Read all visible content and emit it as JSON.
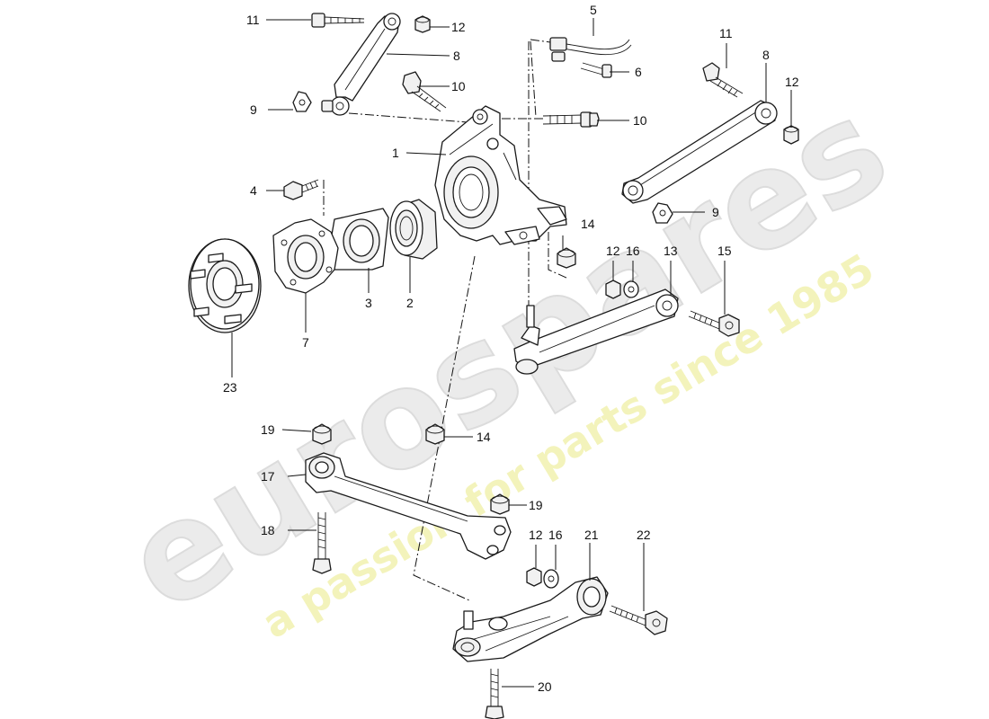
{
  "watermark": {
    "brand": "eurospares",
    "tagline": "a passion for parts since 1985"
  },
  "callouts": [
    {
      "id": "c11a",
      "label": "11"
    },
    {
      "id": "c12a",
      "label": "12"
    },
    {
      "id": "c8a",
      "label": "8"
    },
    {
      "id": "c9a",
      "label": "9"
    },
    {
      "id": "c10a",
      "label": "10"
    },
    {
      "id": "c5",
      "label": "5"
    },
    {
      "id": "c6",
      "label": "6"
    },
    {
      "id": "c10b",
      "label": "10"
    },
    {
      "id": "c1",
      "label": "1"
    },
    {
      "id": "c4",
      "label": "4"
    },
    {
      "id": "c11b",
      "label": "11"
    },
    {
      "id": "c8b",
      "label": "8"
    },
    {
      "id": "c12b",
      "label": "12"
    },
    {
      "id": "c9b",
      "label": "9"
    },
    {
      "id": "c14a",
      "label": "14"
    },
    {
      "id": "c12c",
      "label": "12"
    },
    {
      "id": "c16a",
      "label": "16"
    },
    {
      "id": "c13",
      "label": "13"
    },
    {
      "id": "c15",
      "label": "15"
    },
    {
      "id": "c3",
      "label": "3"
    },
    {
      "id": "c2",
      "label": "2"
    },
    {
      "id": "c7",
      "label": "7"
    },
    {
      "id": "c23",
      "label": "23"
    },
    {
      "id": "c19a",
      "label": "19"
    },
    {
      "id": "c14b",
      "label": "14"
    },
    {
      "id": "c17",
      "label": "17"
    },
    {
      "id": "c19b",
      "label": "19"
    },
    {
      "id": "c18",
      "label": "18"
    },
    {
      "id": "c12d",
      "label": "12"
    },
    {
      "id": "c16b",
      "label": "16"
    },
    {
      "id": "c21",
      "label": "21"
    },
    {
      "id": "c22",
      "label": "22"
    },
    {
      "id": "c20",
      "label": "20"
    }
  ]
}
